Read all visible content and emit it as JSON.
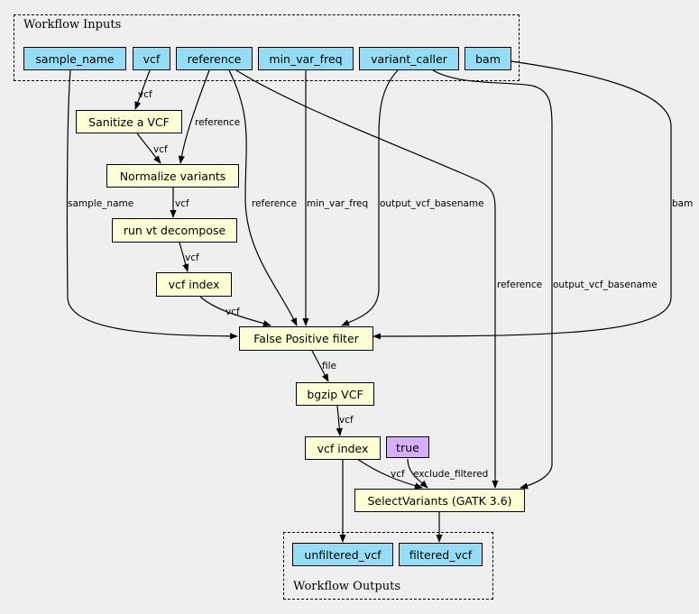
{
  "clusters": {
    "inputs": {
      "label": "Workflow Inputs"
    },
    "outputs": {
      "label": "Workflow Outputs"
    }
  },
  "nodes": {
    "sample_name": "sample_name",
    "vcf": "vcf",
    "reference": "reference",
    "min_var_freq": "min_var_freq",
    "variant_caller": "variant_caller",
    "bam": "bam",
    "sanitize": "Sanitize a VCF",
    "normalize": "Normalize variants",
    "decompose": "run vt decompose",
    "index1": "vcf index",
    "fpfilter": "False Positive filter",
    "bgzip": "bgzip VCF",
    "index2": "vcf index",
    "true": "true",
    "select": "SelectVariants (GATK 3.6)",
    "unfiltered_vcf": "unfiltered_vcf",
    "filtered_vcf": "filtered_vcf"
  },
  "edges": {
    "vcf_sanitize": "vcf",
    "ref_normalize": "reference",
    "sanitize_normalize": "vcf",
    "normalize_decompose": "vcf",
    "decompose_index": "vcf",
    "index_fp": "vcf",
    "sample_fp": "sample_name",
    "ref_fp": "reference",
    "mvf_fp": "min_var_freq",
    "vc_fp": "output_vcf_basename",
    "bam_fp": "bam",
    "ref_select": "reference",
    "vc_select": "output_vcf_basename",
    "fp_bgzip": "file",
    "bgzip_index": "vcf",
    "index_select": "vcf",
    "true_select": "exclude_filtered"
  }
}
